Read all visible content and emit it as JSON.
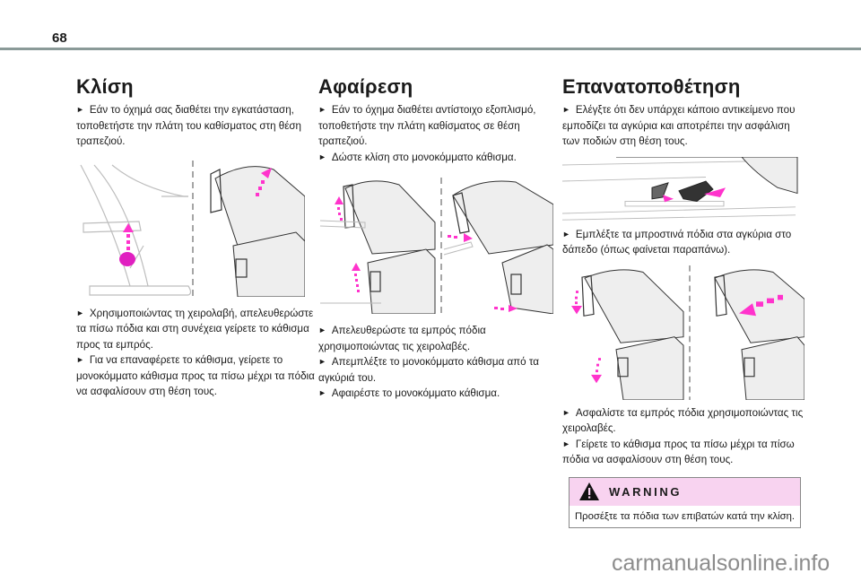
{
  "page_number": "68",
  "bullet_icon": "triangle-right",
  "accent_color": "#ff33cc",
  "warning_bg": "#f8d3f0",
  "columns": [
    {
      "title": "Κλίση",
      "intro": [
        "Εάν το όχημά σας διαθέτει την εγκατάσταση, τοποθετήστε την πλάτη του καθίσματος στη θέση τραπεζιού."
      ],
      "steps": [
        "Χρησιμοποιώντας τη χειρολαβή, απελευθερώστε τα πίσω πόδια και στη συνέχεια γείρετε το κάθισμα προς τα εμπρός.",
        "Για να επαναφέρετε το κάθισμα, γείρετε το μονοκόμματο κάθισμα προς τα πίσω μέχρι τα πόδια να ασφαλίσουν στη θέση τους."
      ]
    },
    {
      "title": "Αφαίρεση",
      "intro": [
        "Εάν το όχημα διαθέτει αντίστοιχο εξοπλισμό, τοποθετήστε την πλάτη καθίσματος σε θέση τραπεζιού.",
        "Δώστε κλίση στο μονοκόμματο κάθισμα."
      ],
      "steps": [
        "Απελευθερώστε τα εμπρός πόδια χρησιμοποιώντας τις χειρολαβές.",
        "Απεμπλέξτε το μονοκόμματο κάθισμα από τα αγκύριά του.",
        "Αφαιρέστε το μονοκόμματο κάθισμα."
      ]
    },
    {
      "title": "Επανατοποθέτηση",
      "intro": [
        "Ελέγξτε ότι δεν υπάρχει κάποιο αντικείμενο που εμποδίζει τα αγκύρια και αποτρέπει την ασφάλιση των ποδιών στη θέση τους."
      ],
      "middle": [
        "Εμπλέξτε τα μπροστινά πόδια στα αγκύρια στο δάπεδο (όπως φαίνεται παραπάνω)."
      ],
      "steps": [
        "Ασφαλίστε τα εμπρός πόδια χρησιμοποιώντας τις χειρολαβές.",
        "Γείρετε το κάθισμα προς τα πίσω μέχρι τα πίσω πόδια να ασφαλίσουν στη θέση τους."
      ]
    }
  ],
  "warning": {
    "title": "WARNING",
    "text": "Προσέξτε τα πόδια των επιβατών κατά την κλίση."
  },
  "watermark": "carmanualsonline.info"
}
